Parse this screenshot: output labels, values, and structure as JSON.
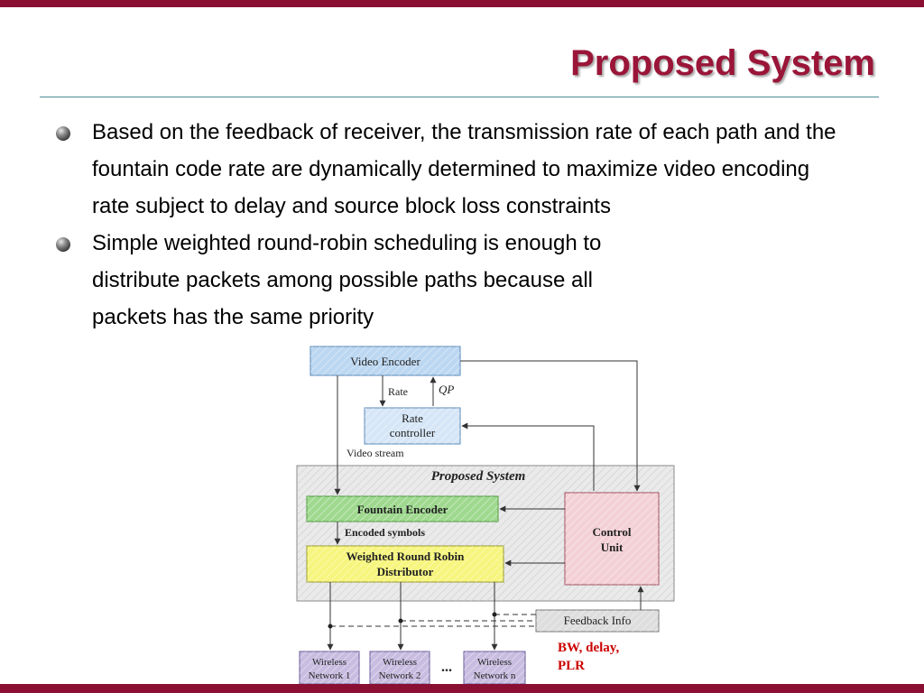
{
  "title": "Proposed System",
  "bullets": [
    {
      "text": "Based on the feedback of receiver, the transmission rate of each path and the fountain code rate are dynamically determined to maximize video encoding rate subject to delay and source block loss constraints"
    },
    {
      "text": "Simple weighted round-robin scheduling is enough to distribute packets among possible paths because all packets has the same priority"
    }
  ],
  "diagram": {
    "video_encoder": "Video Encoder",
    "rate_label": "Rate",
    "qp_label": "QP",
    "rate_controller": [
      "Rate",
      "controller"
    ],
    "video_stream": "Video stream",
    "system_title": "Proposed System",
    "fountain_encoder": "Fountain Encoder",
    "encoded_symbols": "Encoded symbols",
    "wrr_distributor": [
      "Weighted Round Robin",
      "Distributor"
    ],
    "control_unit": [
      "Control",
      "Unit"
    ],
    "feedback_info": "Feedback Info",
    "networks": [
      {
        "line1": "Wireless",
        "line2": "Network 1"
      },
      {
        "line1": "Wireless",
        "line2": "Network 2"
      },
      {
        "line1": "Wireless",
        "line2": "Network n"
      }
    ],
    "ellipsis": "...",
    "bw_note": [
      "BW, delay,",
      "PLR"
    ]
  },
  "colors": {
    "accent": "#8a0f32",
    "title": "#9a1538",
    "note_red": "#cc0000",
    "video_encoder_fill": "#bcd7f1",
    "fountain_fill": "#9fd98f",
    "wrr_fill": "#f6f57d",
    "control_fill": "#f3d0d6",
    "network_fill": "#c8bde0"
  }
}
